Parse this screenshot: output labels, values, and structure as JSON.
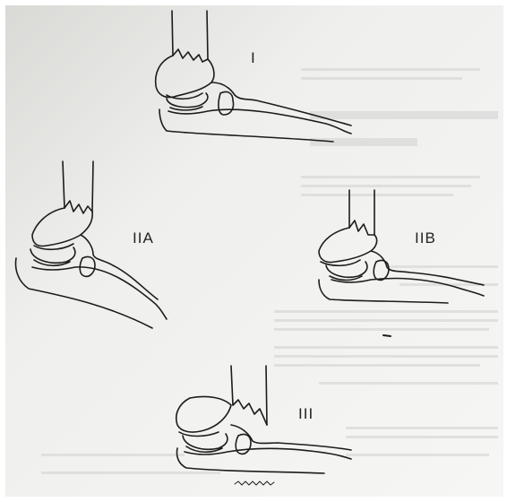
{
  "figure": {
    "panels": [
      {
        "id": "type-1",
        "label": "I"
      },
      {
        "id": "type-2a",
        "label": "IIA"
      },
      {
        "id": "type-2b",
        "label": "IIB"
      },
      {
        "id": "type-3",
        "label": "III"
      }
    ]
  },
  "colors": {
    "line": "#1c1c1c",
    "paper": "#f3f3f1",
    "shadow": "#d9d9d6",
    "bleed_text": "#d2d2d2"
  }
}
